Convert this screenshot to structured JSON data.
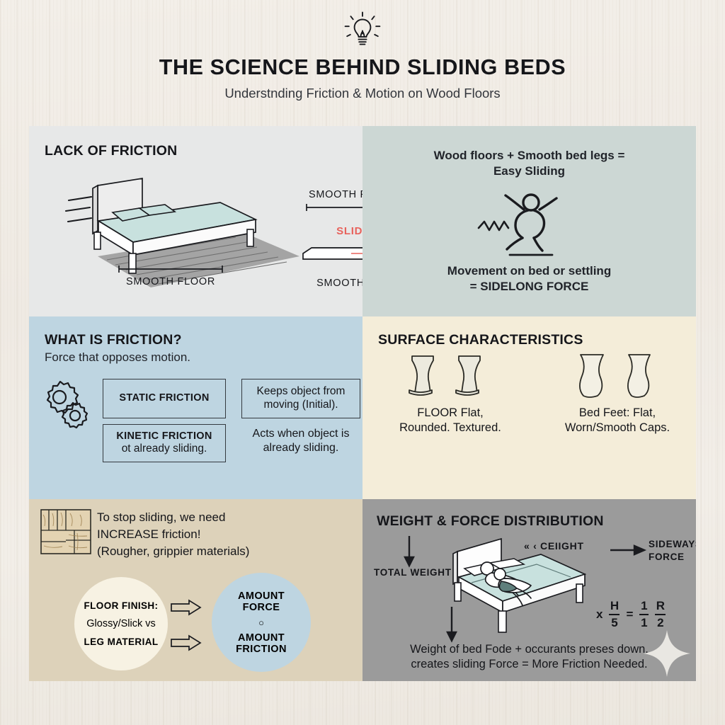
{
  "header": {
    "icon": "lightbulb-icon",
    "title": "THE SCIENCE BEHIND SLIDING BEDS",
    "subtitle": "Understnding Friction & Motion on Wood Floors"
  },
  "colors": {
    "background": "#f1ece5",
    "panel_lack_of_friction": "#e7e8e8",
    "panel_easy_sliding": "#ccd7d4",
    "panel_what_is_friction": "#bed5e1",
    "panel_surface": "#f4edd9",
    "panel_increase_friction": "#ddd2ba",
    "panel_weight_force": "#9b9b9b",
    "accent_red": "#e8625c",
    "mattress_teal": "#c8e1de",
    "ink": "#15161a"
  },
  "panels": {
    "lack_of_friction": {
      "title": "LACK OF FRICTION",
      "floor_label": "SMOOTH FLOOR",
      "measure_label": "SMOOTH FLOOR",
      "slide_label": "SLIDE",
      "leg_label": "SMOOTH LEG",
      "bed_icon": "bed-illustration-icon",
      "arrow_icon": "slide-arrow-icon"
    },
    "easy_sliding": {
      "line1": "Wood floors + Smooth bed legs =",
      "line2": "Easy Sliding",
      "figure_icon": "jumping-person-icon",
      "caption1": "Movement on bed or settling",
      "caption2": "= SIDELONG FORCE"
    },
    "what_is_friction": {
      "title": "WHAT IS FRICTION?",
      "subtitle": "Force that opposes motion.",
      "gears_icon": "gears-icon",
      "boxes": [
        {
          "label": "STATIC FRICTION",
          "sub": ""
        },
        {
          "label": "KINETIC FRICTION",
          "sub": "ot already sliding."
        }
      ],
      "definitions": [
        "Keeps object from\nmoving (Initial).",
        "Acts when object is\nalready sliding."
      ],
      "def1_line1": "Keeps object from",
      "def1_line2": "moving (Initial).",
      "def2_line1": "Acts when object is",
      "def2_line2": "already sliding."
    },
    "surface_characteristics": {
      "title": "SURFACE CHARACTERISTICS",
      "left_icon": "flat-capped-legs-icon",
      "right_icon": "rounded-worn-legs-icon",
      "left_caption_l1": "FLOOR Flat,",
      "left_caption_l2": "Rounded. Textured.",
      "right_caption_l1": "Bed Feet: Flat,",
      "right_caption_l2": "Worn/Smooth Caps."
    },
    "increase_friction": {
      "wood_icon": "wood-parquet-swatch-icon",
      "line1": "To stop sliding, we need",
      "line2": "INCREASE friction!",
      "line3": "(Rougher, grippier materials)",
      "left_circle": {
        "l1": "FLOOR FINISH:",
        "l2": "Glossy/Slick vs",
        "l3": "LEG MATERIAL"
      },
      "arrow_icon": "outline-arrow-icon",
      "right_circle": {
        "l1": "AMOUNT",
        "l2": "FORCE",
        "mid": "○",
        "l3": "AMOUNT",
        "l4": "FRICTION"
      }
    },
    "weight_force": {
      "title": "WEIGHT & FORCE DISTRIBUTION",
      "total_weight": "TOTAL WEIGHT",
      "weight_arrow_label": "« ‹ CEIIGHT",
      "sideways_l1": "SIDEWAYS",
      "sideways_l2": "FORCE",
      "bed_icon": "bed-with-occupants-icon",
      "formula": {
        "x": "x",
        "n1": "H",
        "d1": "5",
        "eq": "=",
        "n2": "1",
        "d2": "1",
        "n3": "R",
        "d3": "2"
      },
      "caption_l1": "Weight of bed Fode + occurants preses down.",
      "caption_l2": "creates sliding Force = More Friction Needed."
    }
  },
  "watermark": {
    "icon": "sparkle-watermark-icon"
  }
}
